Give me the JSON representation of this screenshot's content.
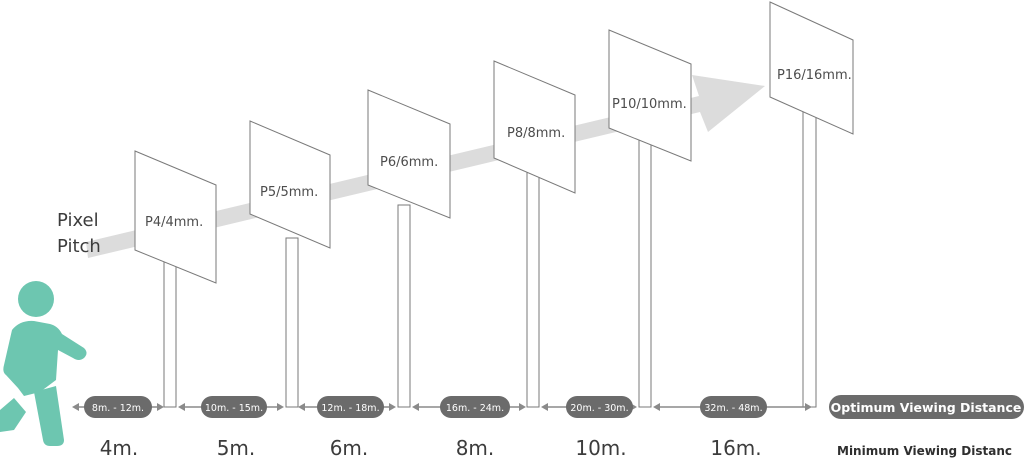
{
  "title_lines": [
    "Pixel",
    "Pitch"
  ],
  "signs": [
    {
      "label": "P4/4mm.",
      "optimum": "8m. - 12m.",
      "minimum": "4m."
    },
    {
      "label": "P5/5mm.",
      "optimum": "10m. - 15m.",
      "minimum": "5m."
    },
    {
      "label": "P6/6mm.",
      "optimum": "12m. - 18m.",
      "minimum": "6m."
    },
    {
      "label": "P8/8mm.",
      "optimum": "16m. - 24m.",
      "minimum": "8m."
    },
    {
      "label": "P10/10mm.",
      "optimum": "20m. - 30m.",
      "minimum": "10m."
    },
    {
      "label": "P16/16mm.",
      "optimum": "32m. - 48m.",
      "minimum": "16m."
    }
  ],
  "legend": {
    "optimum": "Optimum Viewing Distance",
    "minimum": "Minimum Viewing Distanc"
  },
  "colors": {
    "person": "#6dc6b0",
    "pill": "#6b6b6b",
    "arrow": "#dcdcdc",
    "outline": "#7a7a7a"
  },
  "icons": [
    "walking-person-icon"
  ]
}
